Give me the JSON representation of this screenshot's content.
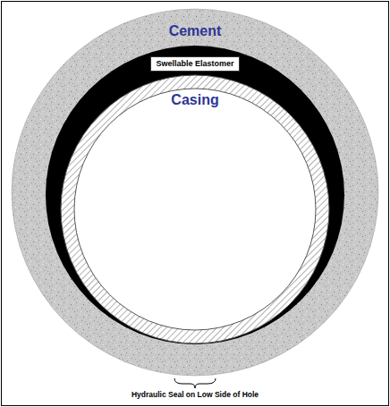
{
  "diagram": {
    "nodes": [
      {
        "text": [
          "Cement"
        ]
      },
      {
        "text": [
          "Swellable Elastomer"
        ],
        "in": 0
      },
      {
        "text": [
          "Casing"
        ],
        "in": 0
      }
    ],
    "labels": [
      "Hydraulic Seal on Low Side of Hole"
    ]
  }
}
